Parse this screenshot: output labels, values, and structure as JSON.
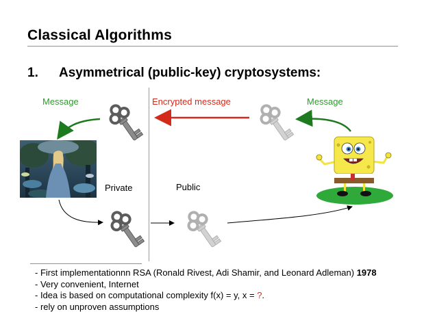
{
  "slide": {
    "title": "Classical Algorithms",
    "heading": {
      "number": "1.",
      "text": "Asymmetrical (public-key) cryptosystems:"
    },
    "diagram": {
      "message_left": "Message",
      "encrypted_message": "Encrypted message",
      "message_right": "Message",
      "private_label": "Private",
      "public_label": "Public",
      "colors": {
        "green_text": "#2d9a2d",
        "red_arrow": "#d42a1a",
        "green_arrow": "#1e7a1e",
        "private_key": "#8c8c8c",
        "public_key": "#c8c8c8",
        "ellipse": "#2faa3a"
      }
    },
    "bullets": {
      "line1_prefix": "- First implementationnn RSA (Ronald Rivest, Adi Shamir, and Leonard Adleman) ",
      "line1_year": "1978",
      "line2": "- Very convenient, Internet",
      "line3_prefix": "- Idea is based on computational complexity f(x) = y, x = ",
      "line3_mark": "?",
      "line3_suffix": ".",
      "line4": "- rely on unproven assumptions"
    }
  }
}
